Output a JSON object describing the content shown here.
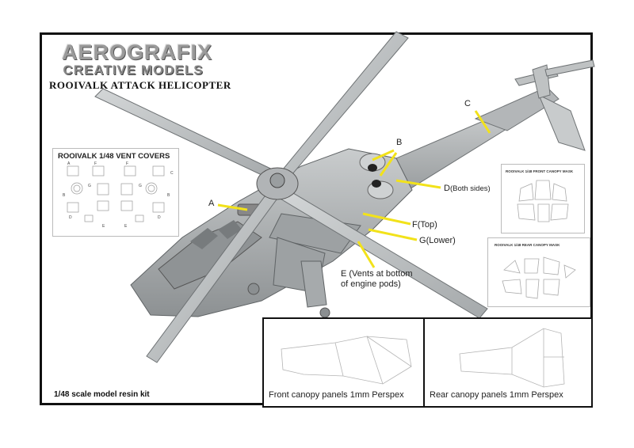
{
  "brand": {
    "line1": "AEROGRAFIX",
    "line2": "CREATIVE MODELS"
  },
  "subtitle": "ROOIVALK ATTACK HELICOPTER",
  "vent_panel": {
    "title": "ROOIVALK 1/48 VENT COVERS",
    "letters": [
      "A",
      "F",
      "F",
      "C",
      "G",
      "G",
      "B",
      "D",
      "E",
      "E",
      "D",
      "B"
    ]
  },
  "front_mask_title": "ROOIVALK 1/48 FRONT CANOPY MASK",
  "rear_mask_title": "ROOIVALK 1/48 REAR CANOPY MASK",
  "callouts": {
    "a": "A",
    "b": "B",
    "c": "C",
    "d_letter": "D",
    "d_note": "(Both sides)",
    "f_letter": "F",
    "f_note": "(Top)",
    "g_letter": "G",
    "g_note": "(Lower)",
    "e_line1": "E (Vents at bottom",
    "e_line2": "of engine pods)"
  },
  "front_panel_caption": "Front canopy panels 1mm Perspex",
  "rear_panel_caption": "Rear canopy panels 1mm Perspex",
  "scale_text": "1/48 scale model resin kit",
  "colors": {
    "arrow": "#f2e21a",
    "border": "#111111",
    "aircraft": "#a9adaf"
  }
}
